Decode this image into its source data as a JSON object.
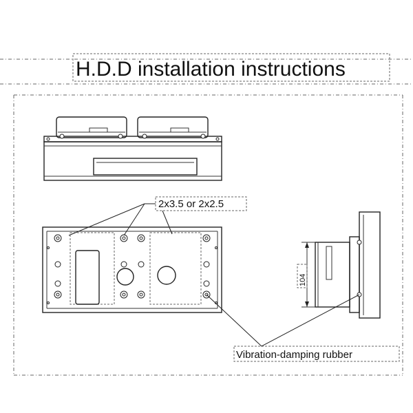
{
  "title": "H.D.D installation instructions",
  "labels": {
    "screw_spec": "2x3.5 or 2x2.5",
    "dimension": "104",
    "rubber": "Vibration-damping rubber"
  }
}
